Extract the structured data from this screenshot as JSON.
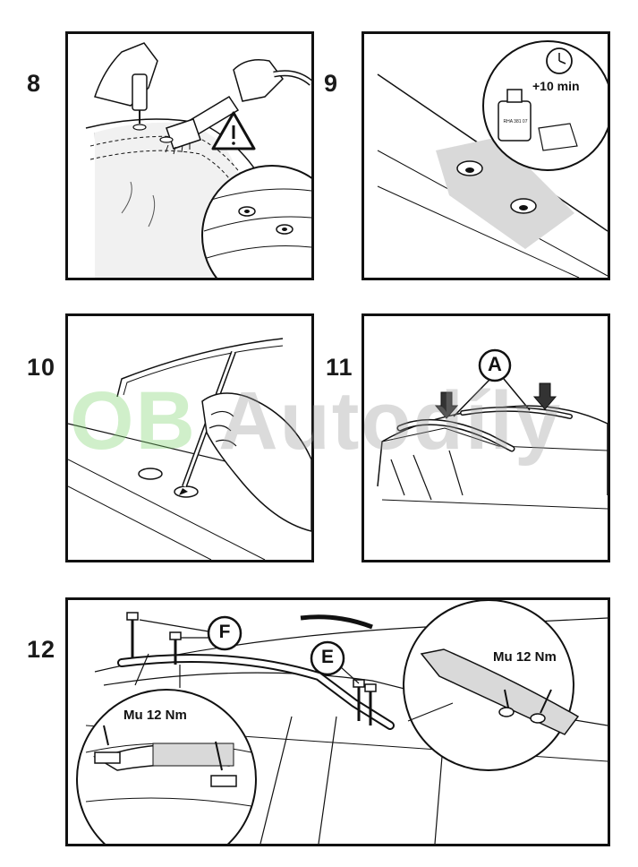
{
  "steps": [
    {
      "number": "8"
    },
    {
      "number": "9",
      "timer_label": "+10 min",
      "can_label": "RHA 381 07"
    },
    {
      "number": "10"
    },
    {
      "number": "11",
      "callout": "A"
    },
    {
      "number": "12",
      "callout_f": "F",
      "callout_e": "E",
      "torque_left": "Mu 12 Nm",
      "torque_right": "Mu 12 Nm"
    }
  ],
  "watermark": {
    "part1": "OB",
    "part2": "Autodíly"
  },
  "colors": {
    "line": "#111111",
    "shade": "#d9d9d9",
    "watermark_green": "#7bd36b",
    "watermark_gray": "#9a9a9a"
  }
}
